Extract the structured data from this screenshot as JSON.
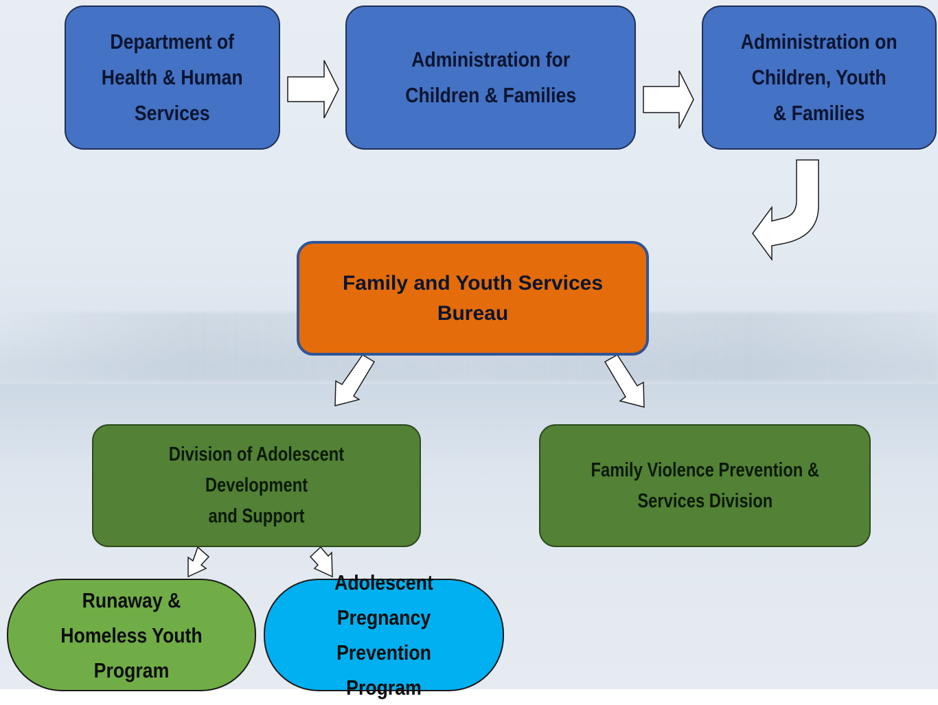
{
  "nodes": {
    "hhs": "Department of\nHealth & Human\nServices",
    "acf": "Administration for\nChildren & Families",
    "acyf": "Administration on\nChildren, Youth\n& Families",
    "fysb": "Family and Youth Services\nBureau",
    "dads": "Division of Adolescent Development\nand Support",
    "fvps": "Family Violence Prevention &\nServices Division",
    "rhy": "Runaway &\nHomeless Youth Program",
    "app": "Adolescent\nPregnancy Prevention\nProgram"
  },
  "colors": {
    "top_level_fill": "#4472c4",
    "bureau_fill": "#e46c0a",
    "division_fill": "#538135",
    "runaway_fill": "#70ad47",
    "pregnancy_fill": "#00b0f0",
    "arrow_fill": "#ffffff"
  },
  "connections": [
    [
      "hhs",
      "acf"
    ],
    [
      "acf",
      "acyf"
    ],
    [
      "acyf",
      "fysb"
    ],
    [
      "fysb",
      "dads"
    ],
    [
      "fysb",
      "fvps"
    ],
    [
      "dads",
      "rhy"
    ],
    [
      "dads",
      "app"
    ]
  ]
}
